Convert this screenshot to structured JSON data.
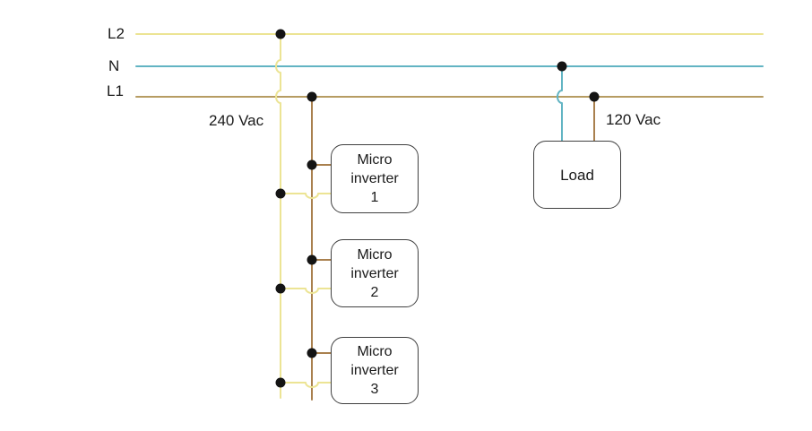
{
  "colors": {
    "l2_wire": "#ece494",
    "n_wire": "#62b4c3",
    "l1_wire": "#b69c62",
    "drop_wire": "#a9804e",
    "junction": "#141414",
    "box_border": "#404040",
    "text": "#1a1a1a",
    "background": "#ffffff"
  },
  "bus_labels": {
    "l2": "L2",
    "n": "N",
    "l1": "L1"
  },
  "annotations": {
    "voltage_240": "240 Vac",
    "voltage_120": "120 Vac"
  },
  "boxes": {
    "microinverter1": "Micro\ninverter\n1",
    "microinverter2": "Micro\ninverter\n2",
    "microinverter3": "Micro\ninverter\n3",
    "load": "Load"
  }
}
